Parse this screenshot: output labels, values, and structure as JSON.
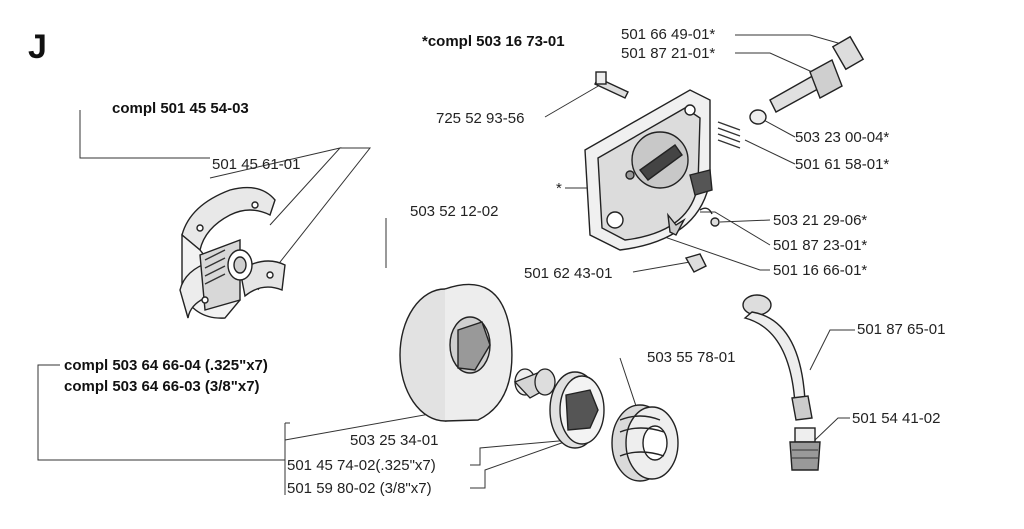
{
  "section_letter": "J",
  "assemblies": {
    "pump_compl": "*compl 503 16 73-01",
    "clutch_compl": "compl 501 45 54-03",
    "drum_compl_325": "compl 503 64 66-04 (.325\"x7)",
    "drum_compl_38": "compl 503 64 66-03 (3/8\"x7)"
  },
  "parts": {
    "p_501_66_49": "501 66 49-01*",
    "p_501_87_21": "501 87 21-01*",
    "p_725_52_93": "725 52 93-56",
    "p_503_23_00": "503 23 00-04*",
    "p_501_61_58": "501 61 58-01*",
    "p_asterisk": "*",
    "p_503_21_29": "503 21 29-06*",
    "p_501_87_23": "501 87 23-01*",
    "p_501_16_66": "501 16 66-01*",
    "p_501_62_43": "501 62 43-01",
    "p_501_45_61": "501 45 61-01",
    "p_503_52_12": "503 52 12-02",
    "p_501_87_65": "501 87 65-01",
    "p_503_55_78": "503 55 78-01",
    "p_501_54_41": "501 54 41-02",
    "p_503_25_34": "503 25 34-01",
    "p_501_45_74": "501 45 74-02(.325\"x7)",
    "p_501_59_80": "501 59 80-02 (3/8\"x7)"
  }
}
